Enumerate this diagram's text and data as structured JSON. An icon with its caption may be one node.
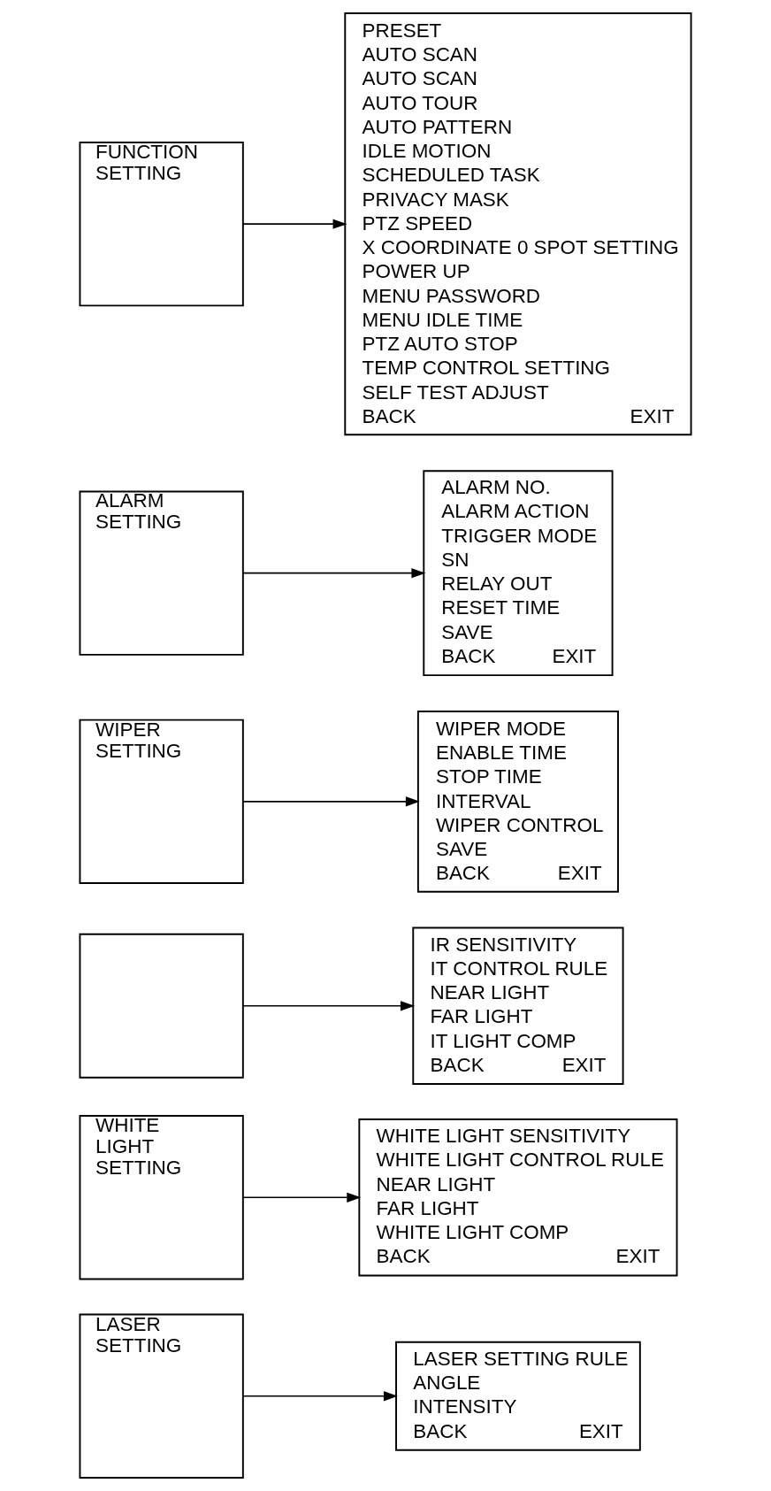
{
  "diagram": {
    "nodes": [
      {
        "text": [
          "FUNCTION SETTING"
        ]
      },
      {
        "text": [
          "PRESET",
          "AUTO SCAN",
          "AUTO SCAN",
          "AUTO TOUR",
          "AUTO PATTERN",
          "IDLE MOTION",
          "SCHEDULED TASK",
          "PRIVACY MASK",
          "PTZ SPEED",
          "X COORDINATE 0 SPOT SETTING",
          "POWER UP",
          "MENU PASSWORD",
          "MENU IDLE TIME",
          "PTZ AUTO STOP",
          "TEMP CONTROL SETTING",
          "SELF TEST ADJUST",
          "BACK",
          "EXIT"
        ]
      },
      {
        "text": [
          "ALARM SETTING"
        ]
      },
      {
        "text": [
          "ALARM NO.",
          "ALARM ACTION",
          "TRIGGER MODE",
          "SN",
          "RELAY OUT",
          "RESET TIME",
          "SAVE",
          "BACK",
          "EXIT"
        ]
      },
      {
        "text": [
          "WIPER SETTING"
        ]
      },
      {
        "text": [
          "WIPER MODE",
          "ENABLE TIME",
          "STOP TIME",
          "INTERVAL",
          "WIPER CONTROL",
          "SAVE",
          "BACK",
          "EXIT"
        ]
      },
      {
        "text": [],
        "shape": "box"
      },
      {
        "text": [
          "IR SENSITIVITY",
          "IT CONTROL RULE",
          "NEAR LIGHT",
          "FAR LIGHT",
          "IT LIGHT COMP",
          "BACK",
          "EXIT"
        ]
      },
      {
        "text": [
          "WHITE LIGHT SETTING"
        ]
      },
      {
        "text": [
          "WHITE LIGHT SENSITIVITY",
          "WHITE LIGHT CONTROL RULE",
          "NEAR LIGHT",
          "FAR LIGHT",
          "WHITE LIGHT COMP",
          "BACK",
          "EXIT"
        ]
      },
      {
        "text": [
          "LASER SETTING"
        ]
      },
      {
        "text": [
          "LASER SETTING RULE",
          "ANGLE",
          "INTENSITY",
          "BACK",
          "EXIT"
        ]
      }
    ],
    "edges": [
      {
        "from": 0,
        "to": 1,
        "arrow": "to"
      },
      {
        "from": 2,
        "to": 3,
        "arrow": "to"
      },
      {
        "from": 4,
        "to": 5,
        "arrow": "to"
      },
      {
        "from": 6,
        "to": 7,
        "arrow": "to"
      },
      {
        "from": 8,
        "to": 9,
        "arrow": "to"
      },
      {
        "from": 10,
        "to": 11,
        "arrow": "to"
      }
    ]
  }
}
